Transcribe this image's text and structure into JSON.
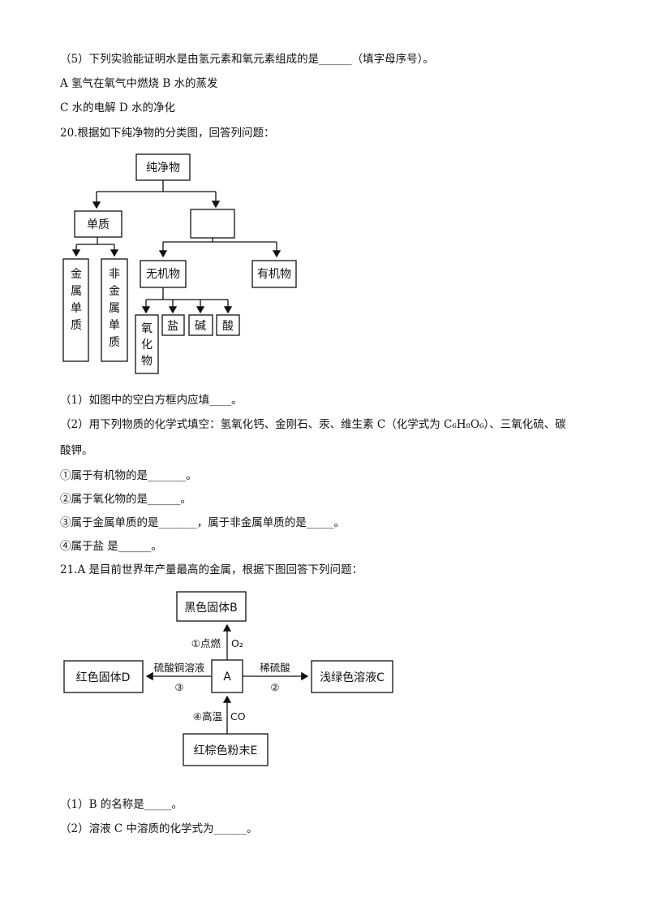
{
  "q19": {
    "part5": "（5）下列实验能证明水是由氢元素和氧元素组成的是______（填字母序号）。",
    "optAB": "A 氢气在氧气中燃烧  B 水的蒸发",
    "optCD": "C 水的电解  D 水的净化"
  },
  "q20": {
    "stem": "20.根据如下纯净物的分类图，回答列问题：",
    "diagram": {
      "root": "纯净物",
      "elemental": "单质",
      "blank": "",
      "metal": [
        "金",
        "属",
        "单",
        "质"
      ],
      "nonmetal": [
        "非",
        "金",
        "属",
        "单",
        "质"
      ],
      "inorganic": "无机物",
      "organic": "有机物",
      "oxide": [
        "氧",
        "化",
        "物"
      ],
      "salt": "盐",
      "base": "碱",
      "acid": "酸"
    },
    "p1": "（1）如图中的空白方框内应填____。",
    "p2a": "（2）用下列物质的化学式填空：氢氧化钙、金刚石、汞、维生素 C（化学式为 C₆H₈O₆）、三氧化硫、碳",
    "p2b": "酸钾。",
    "s1": "①属于有机物的是_______。",
    "s2": "②属于氧化物的是______。",
    "s3": "③属于金属单质的是_______，属于非金属单质的是_____。",
    "s4": "④属于盐    是______。"
  },
  "q21": {
    "stem": "21.A 是目前世界年产量最高的金属，根据下图回答下列问题：",
    "diagram": {
      "a": "A",
      "b": "黑色固体B",
      "c": "浅绿色溶液C",
      "d": "红色固体D",
      "e": "红棕色粉末E",
      "r1": "①点燃",
      "r1b": "O₂",
      "r2a": "稀硫酸",
      "r2b": "②",
      "r3a": "硫酸铜溶液",
      "r3b": "③",
      "r4": "④高温",
      "r4b": "CO"
    },
    "p1": "（1）B 的名称是_____。",
    "p2": "（2）溶液 C 中溶质的化学式为______。"
  }
}
